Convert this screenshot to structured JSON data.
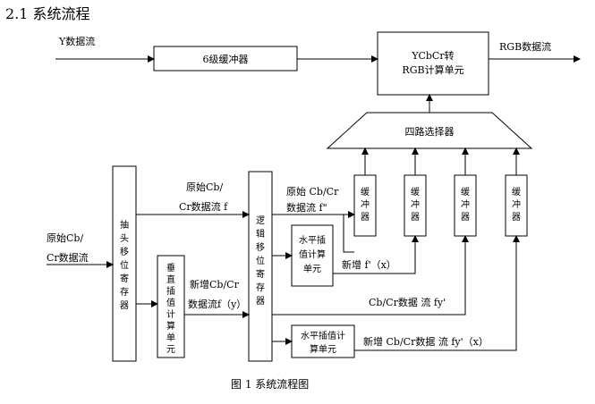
{
  "heading": "2.1  系统流程",
  "caption": "图 1    系统流程图",
  "boxes": {
    "buffer6": "6级缓冲器",
    "converter": [
      "YCbCr转",
      "RGB计算单元"
    ],
    "mux": "四路选择器",
    "shift1": [
      "抽",
      "头",
      "移",
      "位",
      "寄",
      "存",
      "器"
    ],
    "vinterp": [
      "垂",
      "直",
      "插",
      "值",
      "计",
      "算",
      "单",
      "元"
    ],
    "shift2": [
      "逻",
      "辑",
      "移",
      "位",
      "寄",
      "存",
      "器"
    ],
    "hinterp1": [
      "水平插",
      "值计算",
      "单元"
    ],
    "hinterp2": [
      "水平插值计",
      "算单元"
    ],
    "buf": [
      "缓",
      "冲",
      "器"
    ]
  },
  "labels": {
    "y_stream": "Y数据流",
    "rgb_stream": "RGB数据流",
    "orig_in": [
      "原始Cb/",
      "Cr数据流"
    ],
    "orig_f": [
      "原始Cb/",
      "Cr数据流 f"
    ],
    "orig_f2": [
      "原始 Cb/Cr",
      "数据流 f\""
    ],
    "new_fy": [
      "新增Cb/Cr",
      "数据流f（y）"
    ],
    "new_fx": "新增  f'（x）",
    "fy_prime": "Cb/Cr数据 流 fy'",
    "new_fyx": "新增 Cb/Cr数据 流 fy'（x）"
  }
}
